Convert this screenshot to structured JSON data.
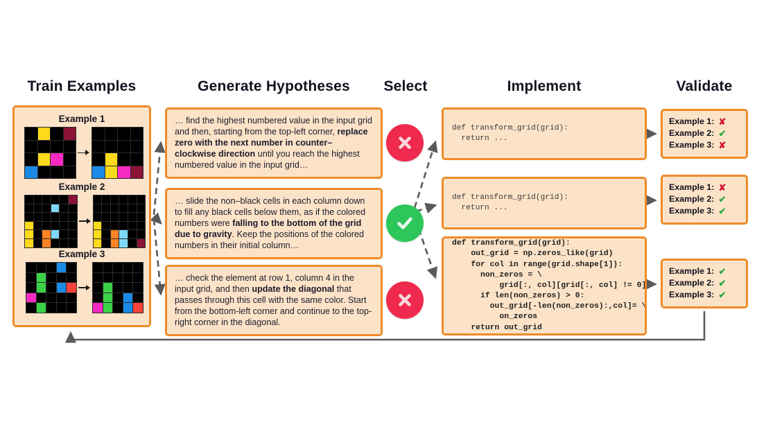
{
  "columns": [
    {
      "id": "train",
      "label": "Train Examples"
    },
    {
      "id": "generate",
      "label": "Generate Hypotheses"
    },
    {
      "id": "select",
      "label": "Select"
    },
    {
      "id": "implement",
      "label": "Implement"
    },
    {
      "id": "validate",
      "label": "Validate"
    }
  ],
  "palette": {
    "card_bg": "#fce3c8",
    "card_border": "#ed8b28",
    "grid_bg": "#2b2b2b",
    "black": "#000000",
    "yellow": "#ffd91c",
    "darkred": "#8a1336",
    "magenta": "#f62ac1",
    "blue": "#1a8ae5",
    "orange": "#ff8224",
    "skyblue": "#7fd7f7",
    "green": "#3bd147",
    "red": "#fa4239",
    "pass_green": "#2aa83f",
    "fail_red": "#d11a2a",
    "select_bad": "#ef2a4e",
    "select_good": "#2cc65a",
    "connector_gray": "#5a5a5a"
  },
  "train": {
    "examples": [
      {
        "label": "Example 1",
        "rows": 4,
        "cols": 4,
        "input": [
          [
            "black",
            "yellow",
            "black",
            "darkred"
          ],
          [
            "black",
            "black",
            "black",
            "black"
          ],
          [
            "black",
            "yellow",
            "magenta",
            "black"
          ],
          [
            "blue",
            "black",
            "black",
            "black"
          ]
        ],
        "output": [
          [
            "black",
            "black",
            "black",
            "black"
          ],
          [
            "black",
            "black",
            "black",
            "black"
          ],
          [
            "black",
            "yellow",
            "black",
            "black"
          ],
          [
            "blue",
            "yellow",
            "magenta",
            "darkred"
          ]
        ]
      },
      {
        "label": "Example 2",
        "rows": 6,
        "cols": 6,
        "input": [
          [
            "black",
            "black",
            "black",
            "black",
            "black",
            "darkred"
          ],
          [
            "black",
            "black",
            "black",
            "skyblue",
            "black",
            "black"
          ],
          [
            "black",
            "black",
            "black",
            "black",
            "black",
            "black"
          ],
          [
            "yellow",
            "black",
            "black",
            "black",
            "black",
            "black"
          ],
          [
            "yellow",
            "black",
            "orange",
            "skyblue",
            "black",
            "black"
          ],
          [
            "yellow",
            "black",
            "orange",
            "black",
            "black",
            "black"
          ]
        ],
        "output": [
          [
            "black",
            "black",
            "black",
            "black",
            "black",
            "black"
          ],
          [
            "black",
            "black",
            "black",
            "black",
            "black",
            "black"
          ],
          [
            "black",
            "black",
            "black",
            "black",
            "black",
            "black"
          ],
          [
            "yellow",
            "black",
            "black",
            "black",
            "black",
            "black"
          ],
          [
            "yellow",
            "black",
            "orange",
            "skyblue",
            "black",
            "black"
          ],
          [
            "yellow",
            "black",
            "orange",
            "skyblue",
            "black",
            "darkred"
          ]
        ]
      },
      {
        "label": "Example 3",
        "rows": 5,
        "cols": 5,
        "input": [
          [
            "black",
            "black",
            "black",
            "blue",
            "black"
          ],
          [
            "black",
            "green",
            "black",
            "black",
            "black"
          ],
          [
            "black",
            "green",
            "black",
            "blue",
            "red"
          ],
          [
            "magenta",
            "black",
            "black",
            "black",
            "black"
          ],
          [
            "black",
            "green",
            "black",
            "black",
            "black"
          ]
        ],
        "output": [
          [
            "black",
            "black",
            "black",
            "black",
            "black"
          ],
          [
            "black",
            "black",
            "black",
            "black",
            "black"
          ],
          [
            "black",
            "green",
            "black",
            "black",
            "black"
          ],
          [
            "black",
            "green",
            "black",
            "blue",
            "black"
          ],
          [
            "magenta",
            "green",
            "black",
            "blue",
            "red"
          ]
        ]
      }
    ]
  },
  "hypotheses": [
    {
      "id": "hyp-1",
      "parts": [
        {
          "text": "… find the highest numbered value in the input grid and then, starting from the top-left corner, ",
          "bold": false
        },
        {
          "text": "replace zero with the next number in counter–clockwise direction",
          "bold": true
        },
        {
          "text": " until you reach the highest numbered value in the input grid…",
          "bold": false
        }
      ]
    },
    {
      "id": "hyp-2",
      "parts": [
        {
          "text": "… slide the non–black cells in each column down to fill any black cells below them, as if the colored numbers were ",
          "bold": false
        },
        {
          "text": "falling to the bottom of the grid due to gravity",
          "bold": true
        },
        {
          "text": ". Keep the positions of the colored numbers in their initial column…",
          "bold": false
        }
      ]
    },
    {
      "id": "hyp-3",
      "parts": [
        {
          "text": "… check the element at row 1, column 4 in the input grid, and then ",
          "bold": false
        },
        {
          "text": "update the diagonal",
          "bold": true
        },
        {
          "text": " that passes through this cell with the same color. Start from the bottom-left corner and continue to the top-right corner in the diagonal.",
          "bold": false
        }
      ]
    }
  ],
  "select": {
    "icons": [
      {
        "id": "sel-1",
        "state": "reject",
        "glyph": "✕"
      },
      {
        "id": "sel-2",
        "state": "accept",
        "glyph": "✓"
      },
      {
        "id": "sel-3",
        "state": "reject",
        "glyph": "✕"
      }
    ]
  },
  "implement": {
    "snippets": [
      {
        "id": "code-1",
        "emphasis": "normal",
        "code": "def transform_grid(grid):\n  return ..."
      },
      {
        "id": "code-2",
        "emphasis": "normal",
        "code": "def transform_grid(grid):\n  return ..."
      },
      {
        "id": "code-3",
        "emphasis": "bold",
        "code": "def transform_grid(grid):\n    out_grid = np.zeros_like(grid)\n    for col in range(grid.shape[1]):\n      non_zeros = \\\n          grid[:, col][grid[:, col] != 0]\n      if len(non_zeros) > 0:\n        out_grid[-len(non_zeros):,col]= \\\n          on_zeros\n    return out_grid"
      }
    ]
  },
  "validate": {
    "cards": [
      {
        "id": "val-1",
        "rows": [
          {
            "label": "Example 1:",
            "result": "fail"
          },
          {
            "label": "Example 2:",
            "result": "pass"
          },
          {
            "label": "Example 3:",
            "result": "fail"
          }
        ]
      },
      {
        "id": "val-2",
        "rows": [
          {
            "label": "Example 1:",
            "result": "fail"
          },
          {
            "label": "Example 2:",
            "result": "pass"
          },
          {
            "label": "Example 3:",
            "result": "pass"
          }
        ]
      },
      {
        "id": "val-3",
        "rows": [
          {
            "label": "Example 1:",
            "result": "pass"
          },
          {
            "label": "Example 2:",
            "result": "pass"
          },
          {
            "label": "Example 3:",
            "result": "pass"
          }
        ]
      }
    ],
    "marks": {
      "pass": "✔",
      "fail": "✘"
    }
  }
}
